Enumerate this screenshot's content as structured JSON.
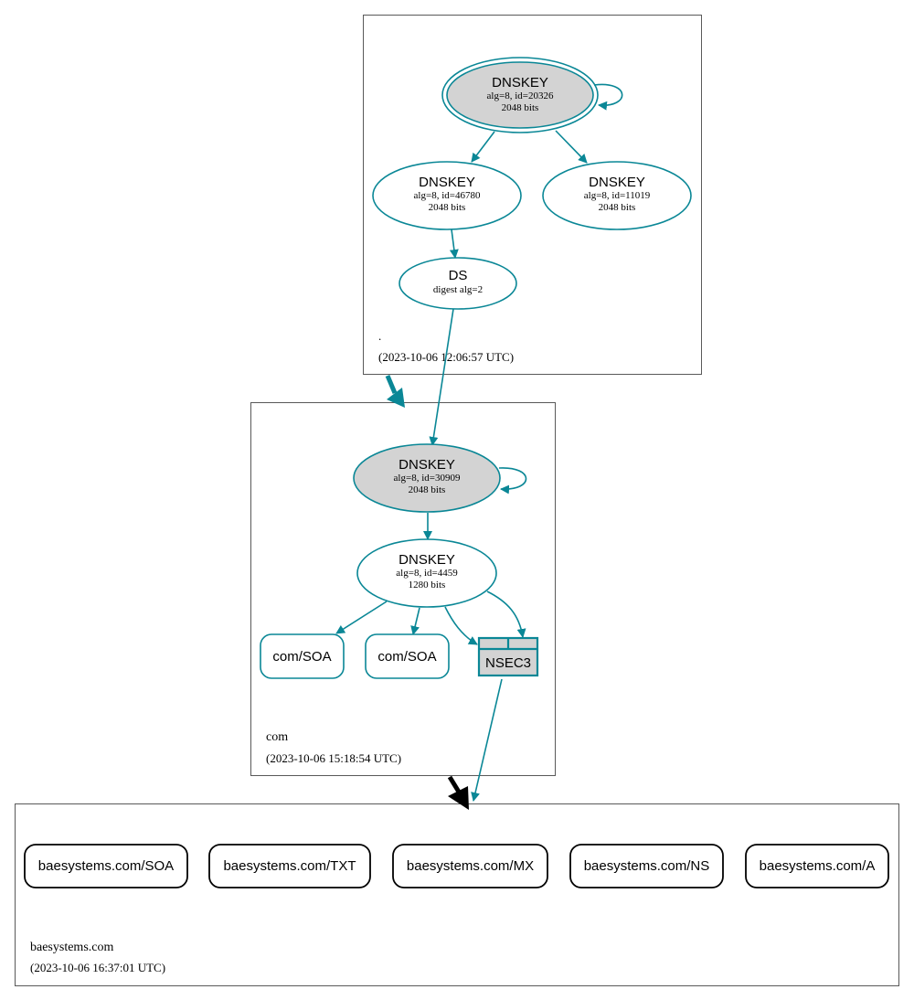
{
  "colors": {
    "edge": "#0a8796",
    "node_fill_ksk": "#d3d3d3",
    "node_stroke": "#0a8796",
    "zone_border": "#595959",
    "delegation_black": "#000000",
    "record_stroke": "#000000"
  },
  "zones": {
    "root": {
      "name": ".",
      "timestamp": "(2023-10-06 12:06:57 UTC)"
    },
    "com": {
      "name": "com",
      "timestamp": "(2023-10-06 15:18:54 UTC)"
    },
    "baesystems": {
      "name": "baesystems.com",
      "timestamp": "(2023-10-06 16:37:01 UTC)"
    }
  },
  "nodes": {
    "root_ksk": {
      "title": "DNSKEY",
      "line1": "alg=8, id=20326",
      "line2": "2048 bits"
    },
    "root_zsk1": {
      "title": "DNSKEY",
      "line1": "alg=8, id=46780",
      "line2": "2048 bits"
    },
    "root_zsk2": {
      "title": "DNSKEY",
      "line1": "alg=8, id=11019",
      "line2": "2048 bits"
    },
    "com_ds": {
      "title": "DS",
      "line1": "digest alg=2"
    },
    "com_ksk": {
      "title": "DNSKEY",
      "line1": "alg=8, id=30909",
      "line2": "2048 bits"
    },
    "com_zsk": {
      "title": "DNSKEY",
      "line1": "alg=8, id=4459",
      "line2": "1280 bits"
    },
    "com_soa1": {
      "label": "com/SOA"
    },
    "com_soa2": {
      "label": "com/SOA"
    },
    "nsec3": {
      "label": "NSEC3"
    }
  },
  "records": [
    {
      "label": "baesystems.com/SOA"
    },
    {
      "label": "baesystems.com/TXT"
    },
    {
      "label": "baesystems.com/MX"
    },
    {
      "label": "baesystems.com/NS"
    },
    {
      "label": "baesystems.com/A"
    }
  ]
}
